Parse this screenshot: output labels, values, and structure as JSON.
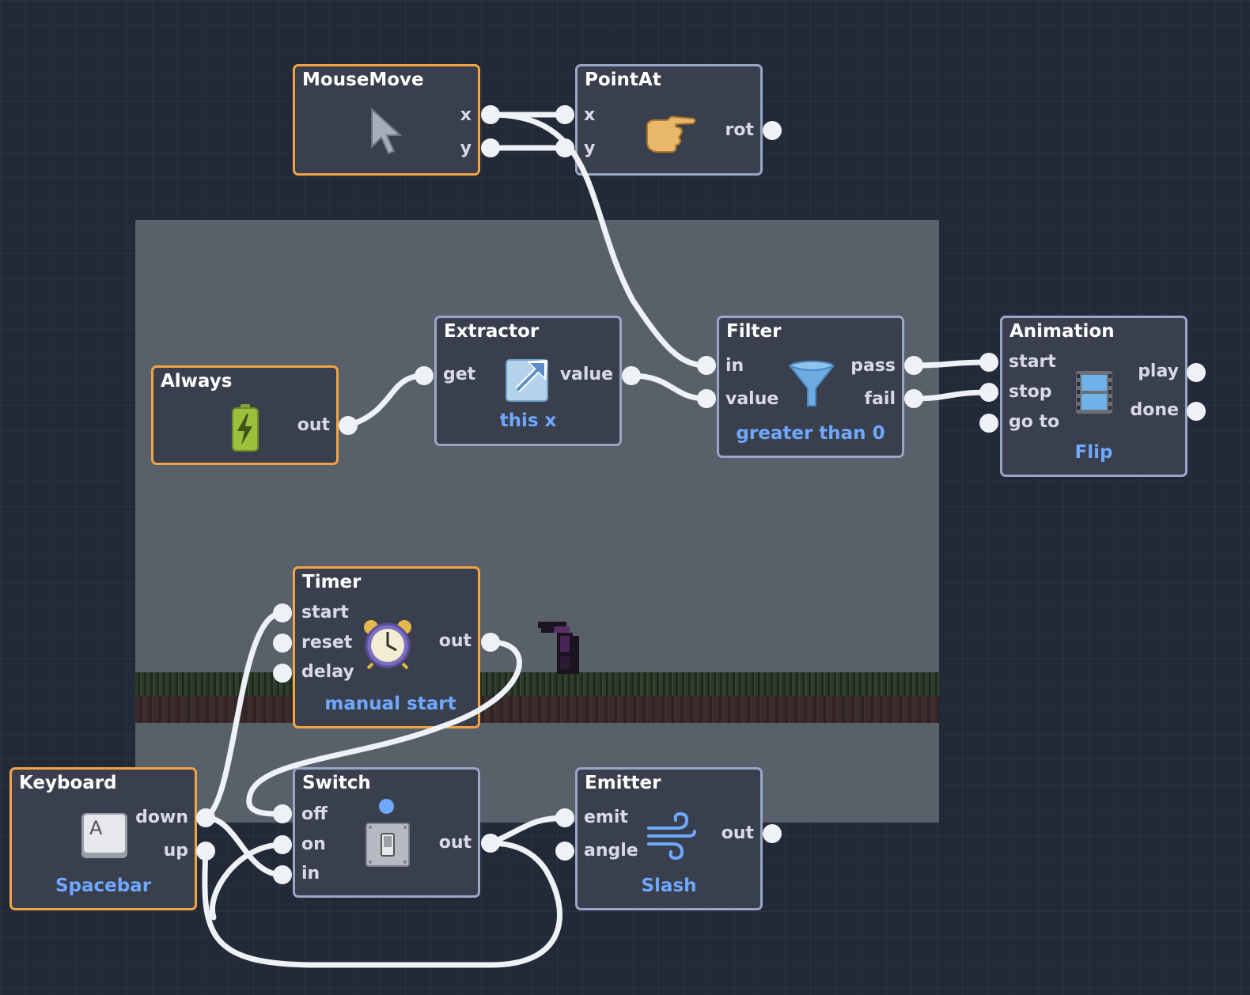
{
  "nodes": {
    "mousemove": {
      "title": "MouseMove",
      "ports_out": [
        "x",
        "y"
      ]
    },
    "pointat": {
      "title": "PointAt",
      "ports_in": [
        "x",
        "y"
      ],
      "ports_out": [
        "rot"
      ]
    },
    "always": {
      "title": "Always",
      "ports_out": [
        "out"
      ]
    },
    "extractor": {
      "title": "Extractor",
      "ports_in": [
        "get"
      ],
      "ports_out": [
        "value"
      ],
      "param": "this x"
    },
    "filter": {
      "title": "Filter",
      "ports_in": [
        "in",
        "value"
      ],
      "ports_out": [
        "pass",
        "fail"
      ],
      "param": "greater than 0"
    },
    "animation": {
      "title": "Animation",
      "ports_in": [
        "start",
        "stop",
        "go to"
      ],
      "ports_out": [
        "play",
        "done"
      ],
      "param": "Flip"
    },
    "timer": {
      "title": "Timer",
      "ports_in": [
        "start",
        "reset",
        "delay"
      ],
      "ports_out": [
        "out"
      ],
      "param": "manual start"
    },
    "keyboard": {
      "title": "Keyboard",
      "ports_out": [
        "down",
        "up"
      ],
      "key_glyph": "A",
      "param": "Spacebar"
    },
    "switch": {
      "title": "Switch",
      "ports_in": [
        "off",
        "on",
        "in"
      ],
      "ports_out": [
        "out"
      ]
    },
    "emitter": {
      "title": "Emitter",
      "ports_in": [
        "emit",
        "angle"
      ],
      "ports_out": [
        "out"
      ],
      "param": "Slash"
    }
  },
  "icons": {
    "mousemove": "cursor-icon",
    "pointat": "pointing-hand-icon",
    "always": "battery-icon",
    "extractor": "arrow-out-icon",
    "filter": "funnel-icon",
    "animation": "film-icon",
    "timer": "alarm-clock-icon",
    "keyboard": "key-icon",
    "switch": "toggle-switch-icon",
    "emitter": "wind-icon"
  },
  "colors": {
    "background": "#222a38",
    "stage": "#586069",
    "node_fill": "#3a3f4d",
    "node_border": "#9aa6c8",
    "event_border": "#f2a445",
    "param_text": "#6fa8ff",
    "wire": "#eef1f6"
  }
}
